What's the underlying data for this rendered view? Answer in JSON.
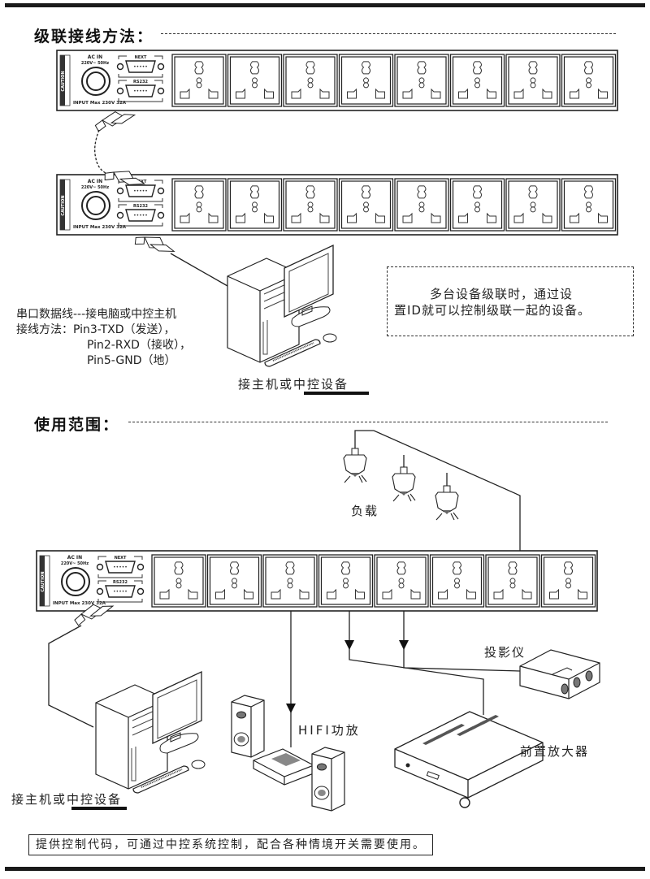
{
  "sections": {
    "cascade": {
      "title": "级联接线方法：",
      "serial_note": {
        "line1": "串口数据线---接电脑或中控主机",
        "line2": "接线方法：Pin3-TXD（发送），",
        "line3": "Pin2-RXD（接收），",
        "line4": "Pin5-GND（地）"
      },
      "host_label": "接主机或中控设备",
      "info_box": {
        "line1": "多台设备级联时，通过设",
        "line2": "置ID就可以控制级联一起的设备。"
      }
    },
    "usage": {
      "title": "使用范围：",
      "load_label": "负载",
      "projector_label": "投影仪",
      "hifi_label": "HIFI功放",
      "preamp_label": "前置放大器",
      "host_label": "接主机或中控设备",
      "footer_note": "提供控制代码，可通过中控系统控制，配合各种情境开关需要使用。"
    }
  },
  "device_panel": {
    "ac_in_label": "AC IN",
    "ac_voltage_label": "220V~ 50Hz",
    "next_port_label": "NEXT",
    "rs232_port_label": "RS232",
    "input_max_label": "INPUT Max 230V 32A",
    "caution_label": "CAUTION",
    "outlet_count": 8
  }
}
